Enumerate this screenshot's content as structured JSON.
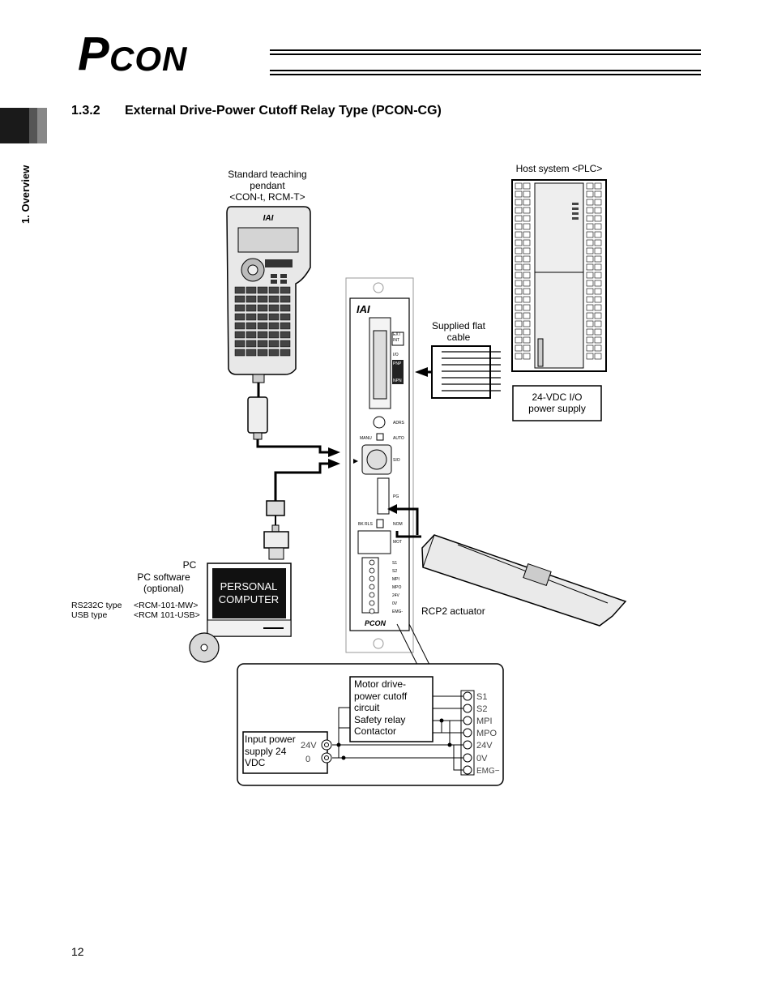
{
  "header": {
    "logo_p": "P",
    "logo_con": "CON"
  },
  "sidebar": {
    "section_label": "1. Overview"
  },
  "section": {
    "number": "1.3.2",
    "title": "External Drive-Power Cutoff Relay Type (PCON-CG)"
  },
  "diagram": {
    "pendant_label_1": "Standard teaching",
    "pendant_label_2": "pendant",
    "pendant_label_3": "<CON-t, RCM-T>",
    "pendant_brand": "IAI",
    "host_label": "Host system <PLC>",
    "flat_cable_1": "Supplied flat",
    "flat_cable_2": "cable",
    "io_supply_1": "24-VDC I/O",
    "io_supply_2": "power supply",
    "controller_brand": "IAI",
    "controller_logo": "PCON",
    "pc_label": "PC",
    "pc_software_1": "PC software",
    "pc_software_2": "(optional)",
    "rs232_type": "RS232C type",
    "rs232_model": "<RCM-101-MW>",
    "usb_type": "USB type",
    "usb_model": "<RCM 101-USB>",
    "pc_screen_1": "PERSONAL",
    "pc_screen_2": "COMPUTER",
    "actuator_label": "RCP2 actuator",
    "ctrl_adrs": "ADRS",
    "ctrl_manu": "MANU",
    "ctrl_auto": "AUTO",
    "ctrl_sio": "SIO",
    "ctrl_pg": "PG",
    "ctrl_bkrls": "BK RLS",
    "ctrl_nom": "NOM",
    "ctrl_mot": "MOT",
    "ctrl_io": "I/O",
    "ctrl_pnp": "PNP",
    "ctrl_npn": "NPN",
    "ctrl_int": "INT",
    "ctrl_ext": "EXT",
    "ctrl_terms": [
      "S1",
      "S2",
      "MPI",
      "MPO",
      "24V",
      "0V",
      "EMG-"
    ],
    "detail": {
      "motor_box_1": "Motor drive-",
      "motor_box_2": "power cutoff",
      "motor_box_3": "circuit",
      "motor_box_4": "Safety relay",
      "motor_box_5": "Contactor",
      "input_1": "Input power",
      "input_2": "supply 24",
      "input_3": "VDC",
      "v24": "24V",
      "v0": "0",
      "terminals": [
        "S1",
        "S2",
        "MPI",
        "MPO",
        "24V",
        "0V",
        "EMG−"
      ]
    }
  },
  "footer": {
    "page_number": "12"
  }
}
